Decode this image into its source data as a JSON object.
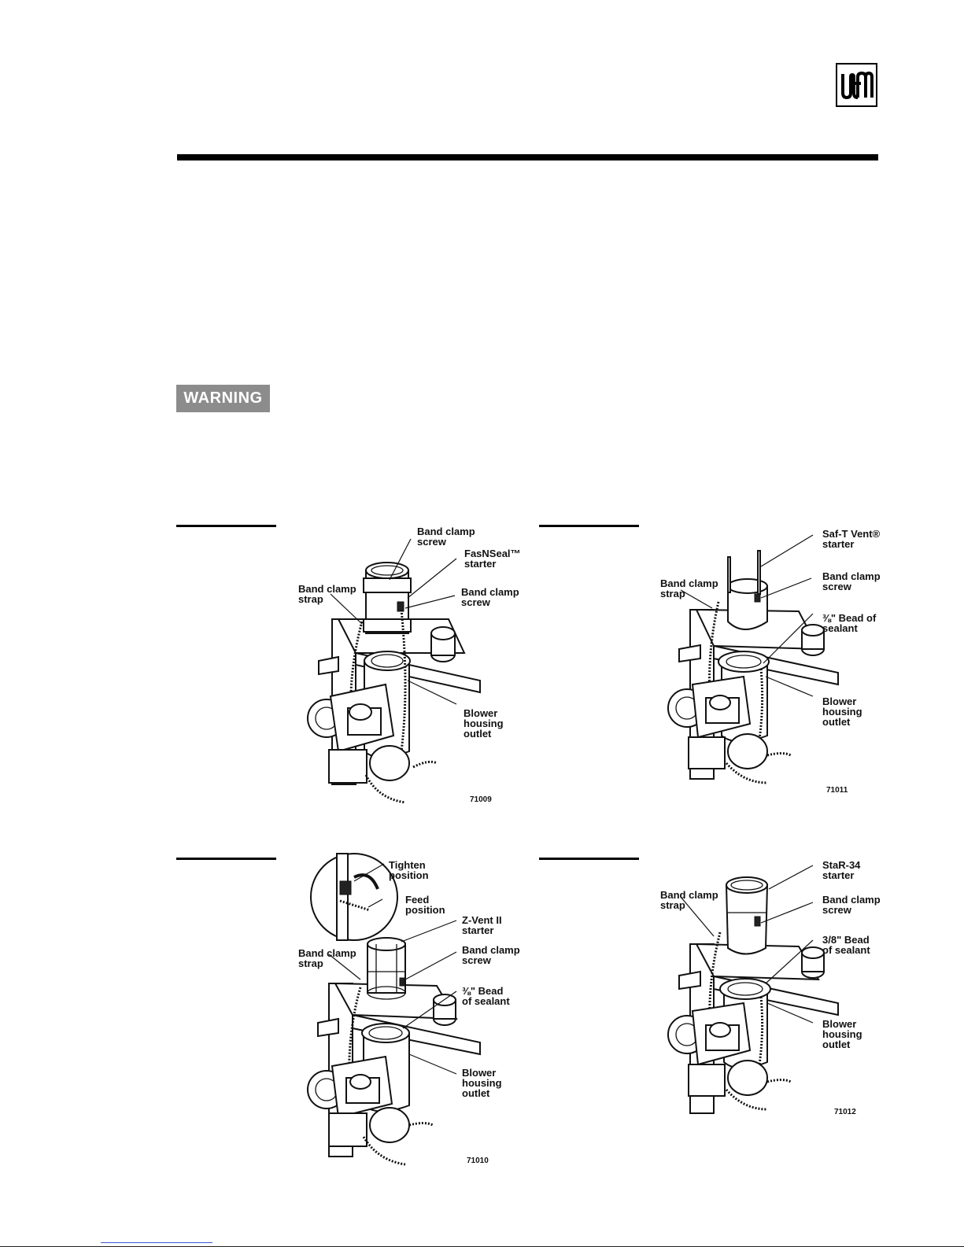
{
  "logo": {
    "icon": "wm-logo-icon"
  },
  "warning": {
    "label": "WARNING"
  },
  "figures": [
    {
      "callouts": [
        "Band clamp\nscrew",
        "FasNSeal™\nstarter",
        "Band clamp\nscrew",
        "Band clamp\nstrap",
        "Blower\nhousing\noutlet"
      ],
      "number": "71009"
    },
    {
      "callouts": [
        "Saf-T Vent®\nstarter",
        "Band clamp\nscrew",
        "⅜\" Bead of\nsealant",
        "Band clamp\nstrap",
        "Blower\nhousing\noutlet"
      ],
      "number": "71011"
    },
    {
      "callouts": [
        "Tighten\nposition",
        "Feed\nposition",
        "Z-Vent II\nstarter",
        "Band clamp\nscrew",
        "⅜\" Bead\nof sealant",
        "Band clamp\nstrap",
        "Blower\nhousing\noutlet"
      ],
      "number": "71010"
    },
    {
      "callouts": [
        "StaR-34\nstarter",
        "Band clamp\nscrew",
        "3/8\" Bead\nof sealant",
        "Band clamp\nstrap",
        "Blower\nhousing\noutlet"
      ],
      "number": "71012"
    }
  ]
}
